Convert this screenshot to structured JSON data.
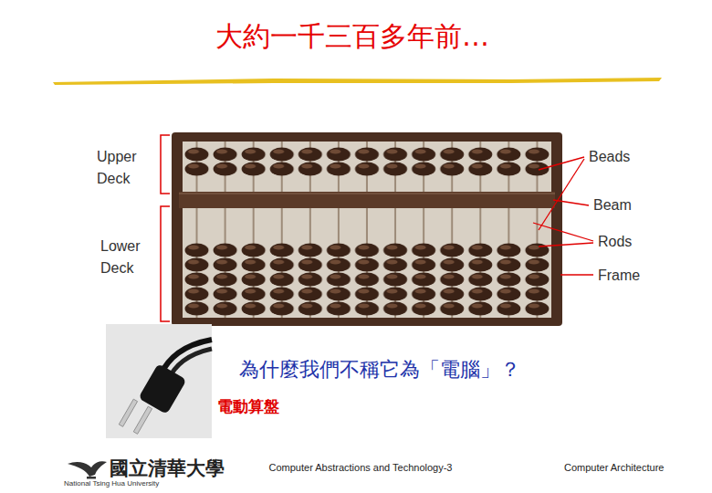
{
  "diagram": {
    "title": "大約一千三百多年前…",
    "labels": [
      "Upper Deck",
      "Lower Deck",
      "Beads",
      "Beam",
      "Rods",
      "Frame",
      "為什麼我們不稱它為「電腦」？",
      "電動算盤",
      "國立清華大學",
      "National Tsing Hua University",
      "Computer Abstractions and Technology-3",
      "Computer Architecture"
    ]
  }
}
